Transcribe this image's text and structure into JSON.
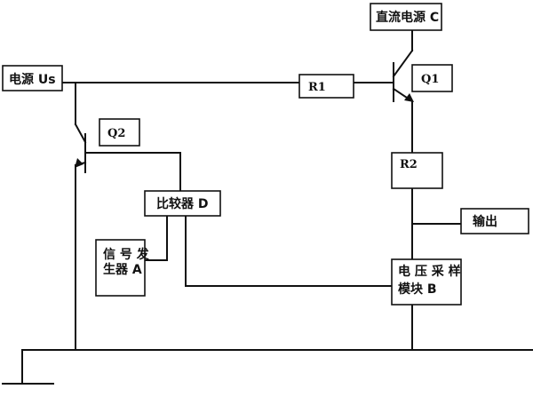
{
  "diagram": {
    "power_us": "电源 Us",
    "dc_source_c": "直流电源 C",
    "r1": "R1",
    "r2": "R2",
    "q1": "Q1",
    "q2": "Q2",
    "comparator_d": "比较器 D",
    "signal_gen_line1": "信 号 发",
    "signal_gen_line2": "生器 A",
    "voltage_sampler_line1": "电 压 采 样",
    "voltage_sampler_line2": "模块 B",
    "output": "输出"
  },
  "colors": {
    "line": "#111111",
    "background": "#ffffff"
  }
}
